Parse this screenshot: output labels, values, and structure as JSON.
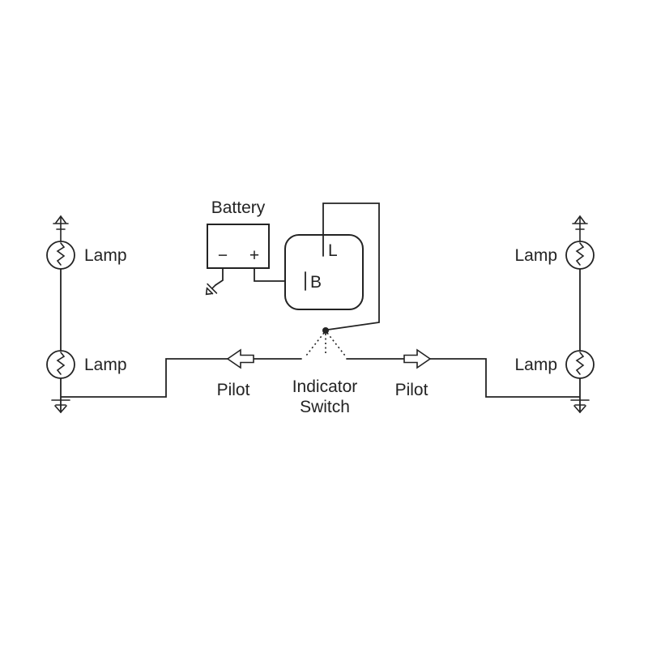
{
  "colors": {
    "ink": "#232323",
    "paper": "#ffffff"
  },
  "battery": {
    "label": "Battery",
    "minus": "−",
    "plus": "+"
  },
  "flasher": {
    "terminal_top": "L",
    "terminal_side": "B"
  },
  "lamps": {
    "top_left": "Lamp",
    "bottom_left": "Lamp",
    "top_right": "Lamp",
    "bottom_right": "Lamp"
  },
  "pilot": {
    "left": "Pilot",
    "right": "Pilot"
  },
  "switch": {
    "line1": "Indicator",
    "line2": "Switch"
  }
}
